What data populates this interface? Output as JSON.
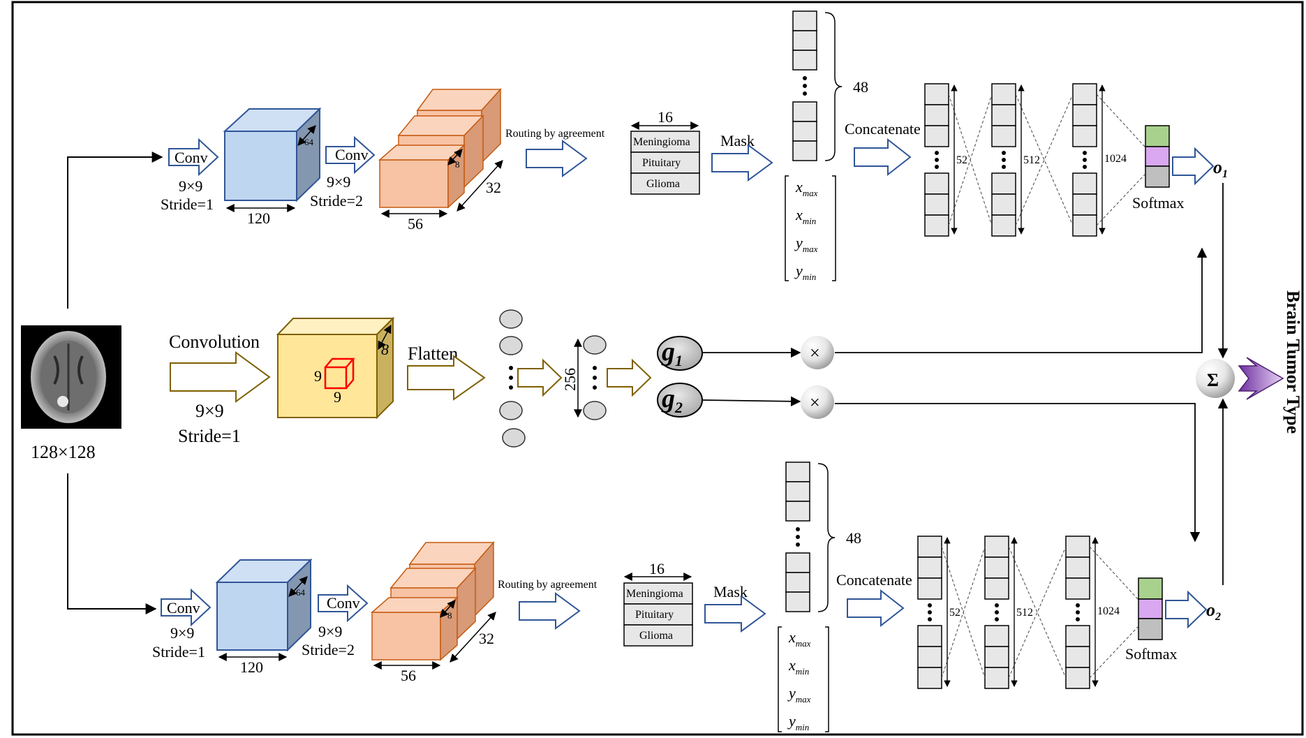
{
  "input": {
    "size_label": "128×128"
  },
  "branch_top": {
    "conv1_label": "Conv",
    "conv1_kernel": "9×9",
    "conv1_stride": "Stride=1",
    "cube1_width": "120",
    "cube1_depth": "64",
    "conv2_label": "Conv",
    "conv2_kernel": "9×9",
    "conv2_stride": "Stride=2",
    "caps_width": "56",
    "caps_depth": "8",
    "caps_count": "32",
    "routing_label": "Routing by agreement",
    "class_dim": "16",
    "classes": [
      "Meningioma",
      "Pituitary",
      "Glioma"
    ],
    "mask_label": "Mask",
    "mask_dim": "48",
    "bbox_vars": [
      {
        "base": "x",
        "sub": "max"
      },
      {
        "base": "x",
        "sub": "min"
      },
      {
        "base": "y",
        "sub": "max"
      },
      {
        "base": "y",
        "sub": "min"
      }
    ],
    "concat_label": "Concatenate",
    "fc_sizes": [
      "52",
      "512",
      "1024"
    ],
    "softmax_label": "Softmax",
    "output_base": "o",
    "output_sub": "1"
  },
  "branch_middle": {
    "conv_label": "Convolution",
    "conv_kernel": "9×9",
    "conv_stride": "Stride=1",
    "kernel_w": "9",
    "kernel_h": "9",
    "depth": "8",
    "flatten_label": "Flatten",
    "vector_size": "256",
    "gate1_base": "g",
    "gate1_sub": "1",
    "gate2_base": "g",
    "gate2_sub": "2",
    "multiply_symbol": "×",
    "sum_symbol": "Σ"
  },
  "branch_bottom": {
    "conv1_label": "Conv",
    "conv1_kernel": "9×9",
    "conv1_stride": "Stride=1",
    "cube1_width": "120",
    "cube1_depth": "64",
    "conv2_label": "Conv",
    "conv2_kernel": "9×9",
    "conv2_stride": "Stride=2",
    "caps_width": "56",
    "caps_depth": "8",
    "caps_count": "32",
    "routing_label": "Routing by agreement",
    "class_dim": "16",
    "classes": [
      "Meningioma",
      "Pituitary",
      "Glioma"
    ],
    "mask_label": "Mask",
    "mask_dim": "48",
    "bbox_vars": [
      {
        "base": "x",
        "sub": "max"
      },
      {
        "base": "x",
        "sub": "min"
      },
      {
        "base": "y",
        "sub": "max"
      },
      {
        "base": "y",
        "sub": "min"
      }
    ],
    "concat_label": "Concatenate",
    "fc_sizes": [
      "52",
      "512",
      "1024"
    ],
    "softmax_label": "Softmax",
    "output_base": "o",
    "output_sub": "2"
  },
  "result_label": "Brain Tumor Type",
  "colors": {
    "cube_blue": "#bfd6f0",
    "cube_blue_edge": "#2f5597",
    "cube_orange": "#f8c3a4",
    "cube_orange_edge": "#c55a11",
    "cube_yellow": "#ffe699",
    "kernel_red": "#ff0000",
    "arrow_blue": "#2f5597",
    "arrow_olive": "#7f6000",
    "arrow_purple": "#7030a0",
    "softmax_green": "#a9d18e",
    "softmax_purple": "#d9a8f0",
    "softmax_gray": "#bfbfbf"
  }
}
